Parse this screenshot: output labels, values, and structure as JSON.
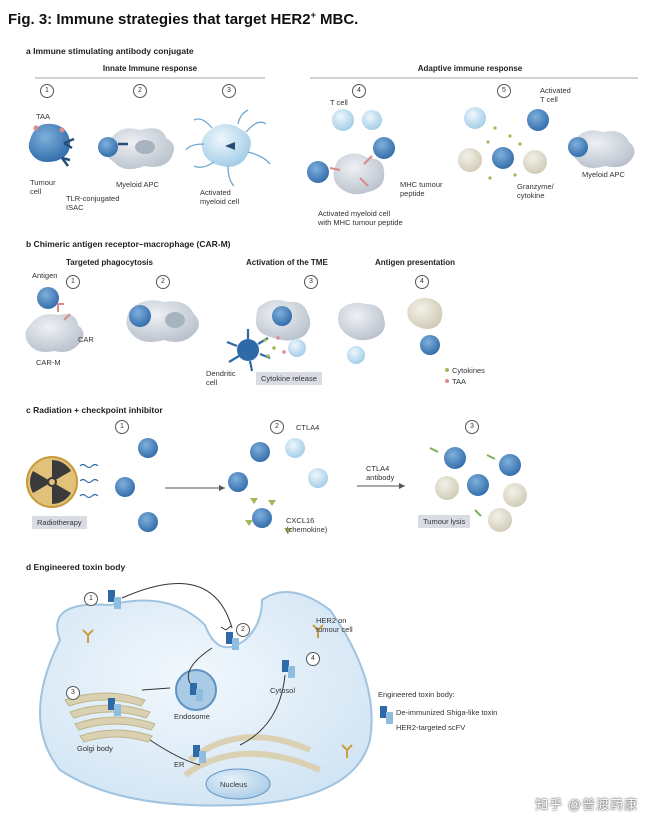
{
  "title": {
    "main": "Fig. 3: Immune strategies that target HER2",
    "sup": "+",
    "tail": " MBC."
  },
  "panel_a": {
    "heading": "a  Immune stimulating antibody conjugate",
    "innate": "Innate Immune response",
    "adaptive": "Adaptive immune response",
    "labels": {
      "taa": "TAA",
      "tumour": "Tumour\ncell",
      "tlr": "TLR-conjugated\nISAC",
      "myeloid_apc": "Myeloid APC",
      "activated_myeloid": "Activated\nmyeloid cell",
      "tcell": "T cell",
      "mhc": "MHC tumour\npeptide",
      "act_myeloid_mhc": "Activated myeloid cell\nwith MHC tumour peptide",
      "activated_tcell": "Activated\nT cell",
      "granzyme": "Granzyme/\ncytokine",
      "myeloid_apc2": "Myeloid APC"
    },
    "nums": [
      "1",
      "2",
      "3",
      "4",
      "5"
    ]
  },
  "panel_b": {
    "heading": "b  Chimeric antigen receptor–macrophage (CAR-M)",
    "sub1": "Targeted phagocytosis",
    "sub2": "Activation of the TME",
    "sub3": "Antigen presentation",
    "labels": {
      "antigen": "Antigen",
      "car": "CAR",
      "carm": "CAR-M",
      "dendritic": "Dendritic\ncell",
      "cytokine_release": "Cytokine release",
      "cytokines": "Cytokines",
      "taa": "TAA"
    },
    "nums": [
      "1",
      "2",
      "3",
      "4"
    ]
  },
  "panel_c": {
    "heading": "c  Radiation + checkpoint inhibitor",
    "labels": {
      "radiotherapy": "Radiotherapy",
      "ctla4": "CTLA4",
      "ctla4_ab": "CTLA4\nantibody",
      "cxcl16": "CXCL16\n(chemokine)",
      "lysis": "Tumour lysis"
    },
    "nums": [
      "1",
      "2",
      "3"
    ]
  },
  "panel_d": {
    "heading": "d  Engineered toxin body",
    "labels": {
      "her2": "HER2 on\ntumour cell",
      "endosome": "Endosome",
      "cytosol": "Cytosol",
      "golgi": "Golgi body",
      "er": "ER",
      "nucleus": "Nucleus",
      "legend_title": "Engineered toxin body:",
      "legend_1": "De-immunized Shiga-like toxin",
      "legend_2": "HER2-targeted scFV"
    },
    "nums": [
      "1",
      "2",
      "3",
      "4"
    ]
  },
  "watermark": "知乎 @普渡药康",
  "colors": {
    "tumour": "#3a78b8",
    "tcell": "#bcdcef",
    "myeloid": "#c8cfd8",
    "dead": "#d7d3c3",
    "receptor": "#d98a8a",
    "membrane": "#d4e6f5"
  }
}
